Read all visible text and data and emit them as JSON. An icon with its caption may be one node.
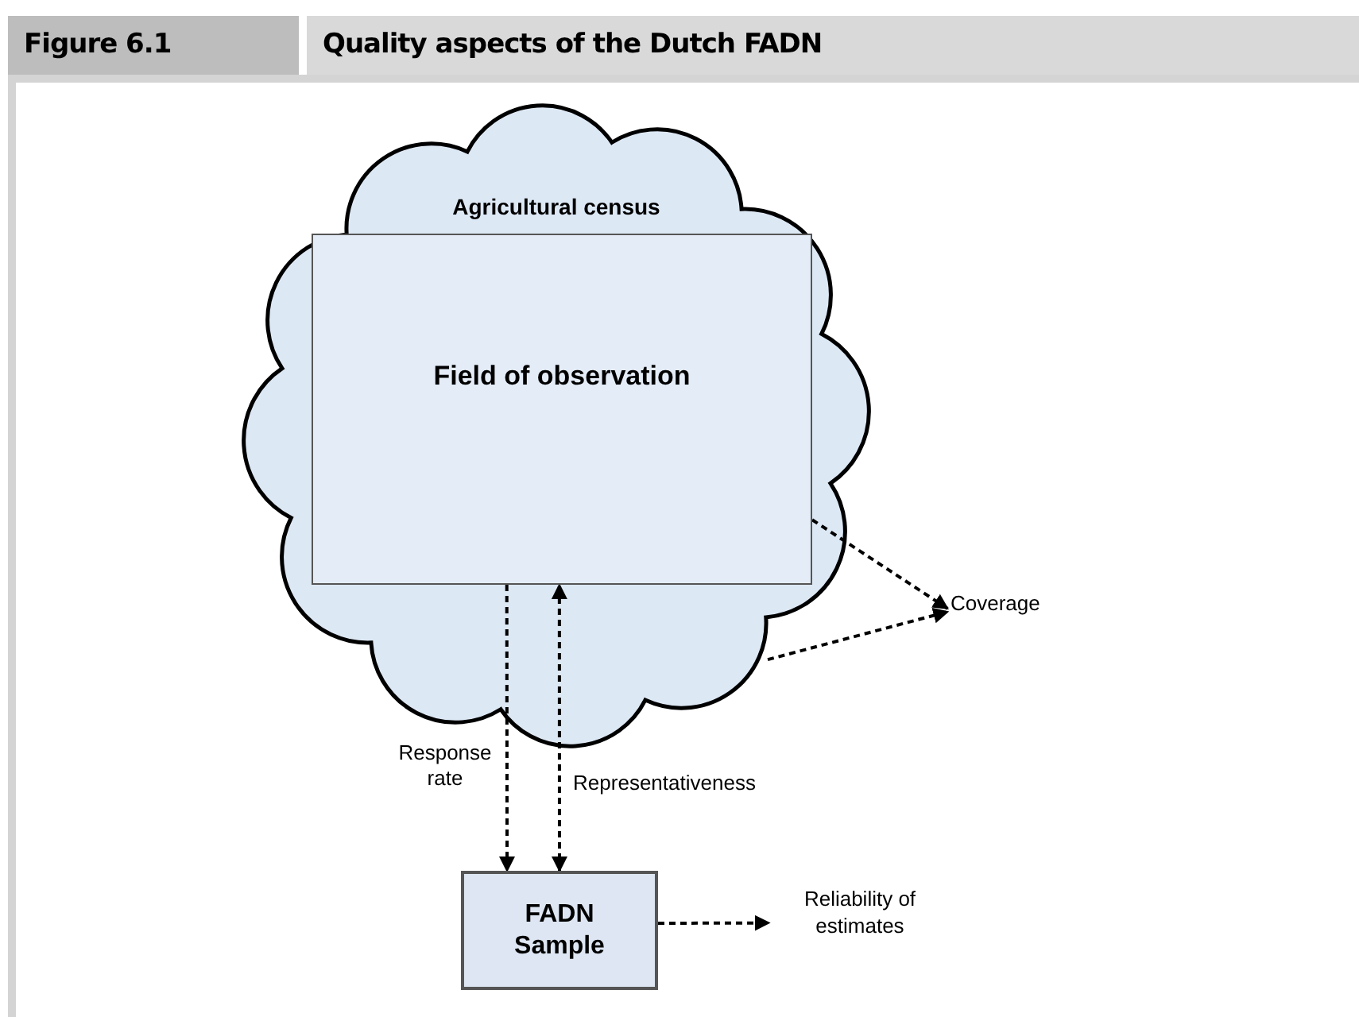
{
  "diagram": {
    "title": "Quality aspects of the Dutch FADN",
    "nodes": [
      {
        "text": [
          "Agricultural census"
        ]
      },
      {
        "text": [
          "Field of observation"
        ],
        "in": 0
      },
      {
        "text": [
          "FADN Sample"
        ]
      },
      {
        "text": [
          "Coverage"
        ]
      },
      {
        "text": [
          "Reliability of estimates"
        ]
      }
    ],
    "edges": [
      {
        "from": 1,
        "to": 2,
        "arrow": "to",
        "label": "Response rate",
        "style": "dashed"
      },
      {
        "from": 2,
        "to": 1,
        "arrow": "both",
        "label": "Representativeness",
        "style": "dashed"
      },
      {
        "from": 1,
        "to": 3,
        "arrow": "to",
        "style": "dashed"
      },
      {
        "from": 0,
        "to": 3,
        "arrow": "to",
        "style": "dashed"
      },
      {
        "from": 2,
        "to": 4,
        "arrow": "to",
        "style": "dashed"
      }
    ],
    "labels": [
      "Figure 6.1"
    ]
  }
}
